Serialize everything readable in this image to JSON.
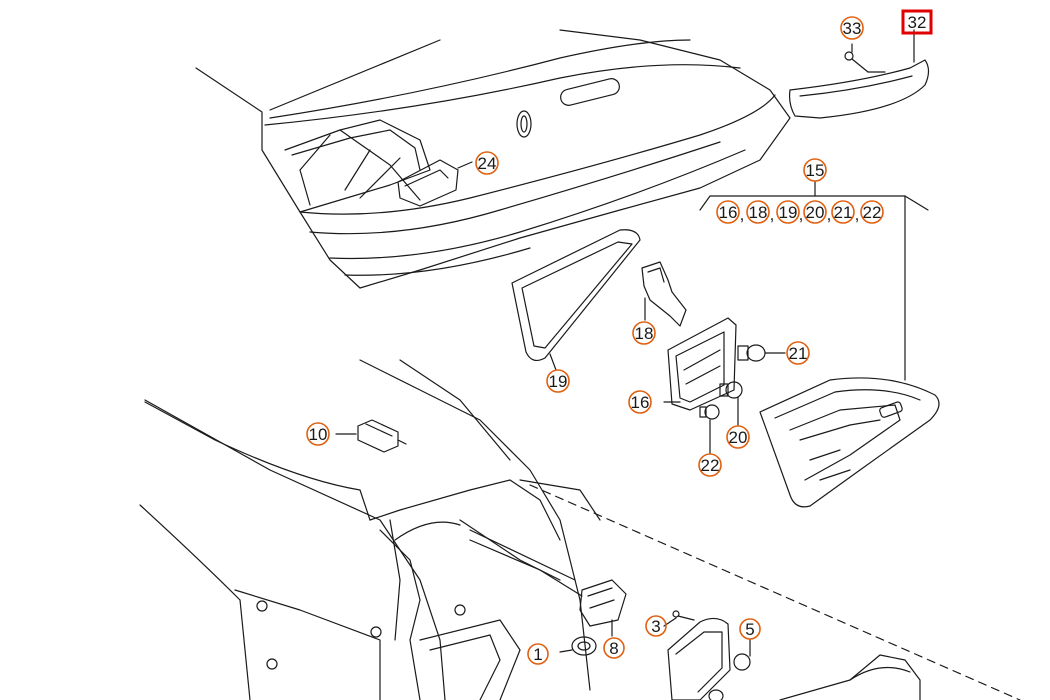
{
  "colors": {
    "line": "#1a1a1a",
    "callout_ring": "#e06010",
    "highlight_box": "#e00000",
    "background": "#ffffff"
  },
  "callouts": {
    "c33": "33",
    "c32": "32",
    "c15": "15",
    "c16": "16",
    "c18a": "18",
    "c19a": "19",
    "c20a": "20",
    "c21a": "21",
    "c22a": "22",
    "c24": "24",
    "c18": "18",
    "c19": "19",
    "c21": "21",
    "c16b": "16",
    "c20": "20",
    "c22": "22",
    "c10": "10",
    "c3": "3",
    "c5": "5",
    "c1": "1",
    "c8": "8"
  }
}
